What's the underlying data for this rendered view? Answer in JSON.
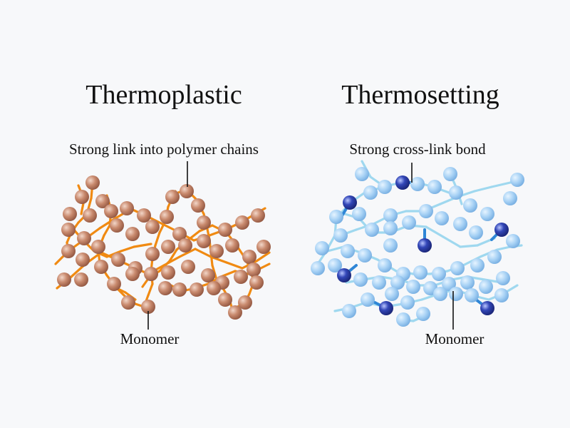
{
  "left_panel": {
    "title": "Thermoplastic",
    "top_label": "Strong link into polymer chains",
    "bottom_label": "Monomer",
    "bond_color": "#f08a12",
    "monomer_color": "#c98a6e"
  },
  "right_panel": {
    "title": "Thermosetting",
    "top_label": "Strong cross-link bond",
    "bottom_label": "Monomer",
    "bond_color": "#9fd8ef",
    "monomer_color": "#9fcdf2",
    "crosslink_color": "#2a3fa8"
  }
}
